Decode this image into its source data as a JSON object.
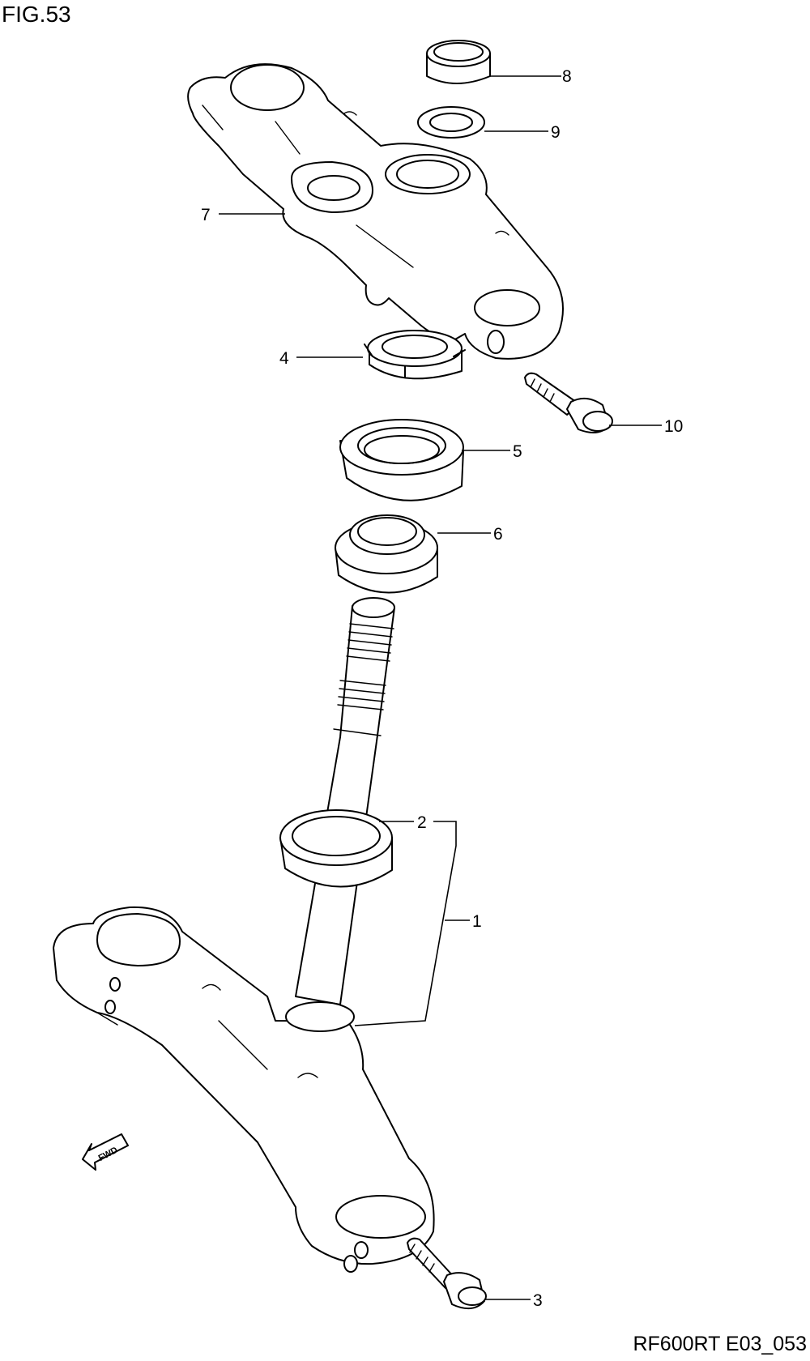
{
  "figure": {
    "title": "FIG.53",
    "code": "RF600RT E03_053",
    "fwd_label": "FWD"
  },
  "callouts": [
    "1",
    "2",
    "3",
    "4",
    "5",
    "6",
    "7",
    "8",
    "9",
    "10"
  ]
}
